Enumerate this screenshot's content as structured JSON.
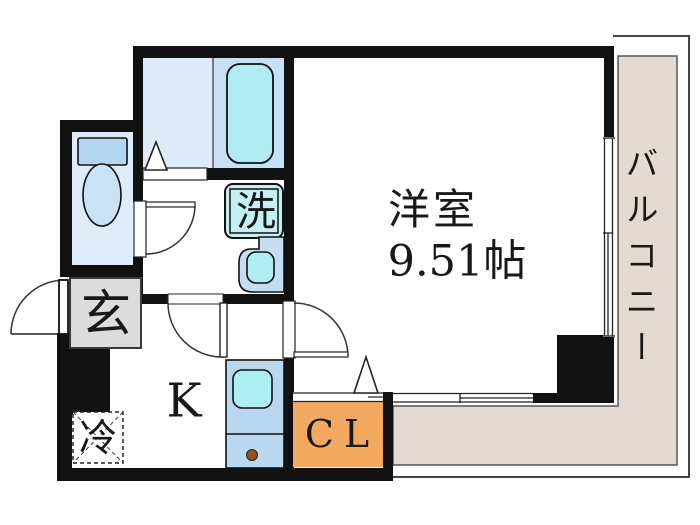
{
  "plan": {
    "rooms": {
      "western_room": {
        "label": "洋室",
        "size": "9.51帖"
      },
      "balcony": {
        "label": "バルコニー"
      },
      "entrance": {
        "label": "玄"
      },
      "kitchen": {
        "label": "K"
      },
      "closet": {
        "label": "CL"
      },
      "washer": {
        "label": "洗"
      },
      "refrigerator": {
        "label": "冷"
      }
    },
    "colors": {
      "wall": "#111111",
      "bath_floor": "#dcebf7",
      "bath_tub_room": "#c6e0f4",
      "bathtub": "#b2ecf2",
      "toilet_floor": "#ddecf8",
      "toilet_tank": "#b5d6f2",
      "toilet_bowl": "#c9e2f6",
      "entrance_gray": "#dcdcdc",
      "counter_blue": "#b9d8ef",
      "sink_cyan": "#aeeef2",
      "burner_brown": "#9b4f1d",
      "washer_box": "#c5f0f3",
      "vanity_blue": "#c4ddf3",
      "closet_orange": "#f4a961",
      "balcony_beige": "#e3dbd2"
    }
  }
}
